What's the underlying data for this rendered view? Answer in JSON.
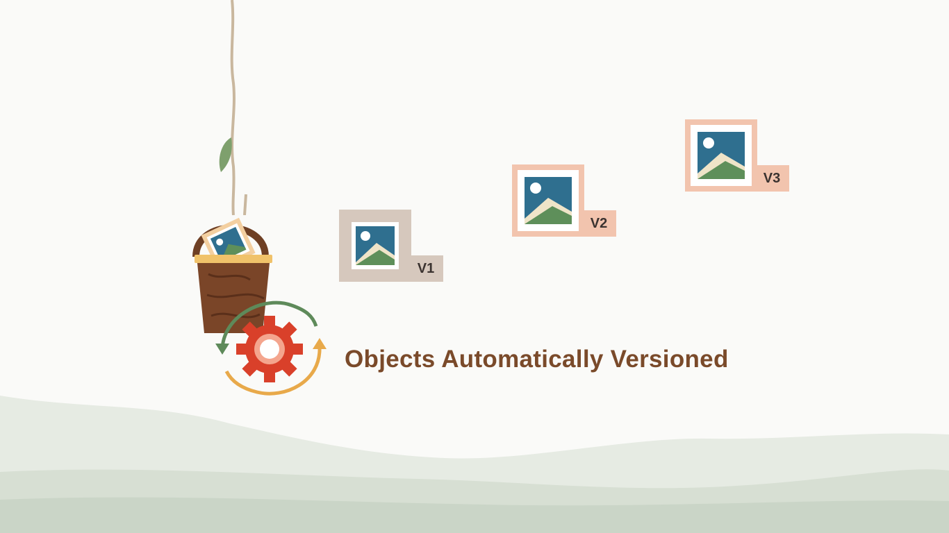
{
  "caption": "Objects Automatically Versioned",
  "versions": [
    {
      "label": "V1"
    },
    {
      "label": "V2"
    },
    {
      "label": "V3"
    }
  ],
  "icons": {
    "bucket": "bucket-icon",
    "gear": "gear-icon",
    "cycle": "sync-arrows-icon",
    "image": "image-icon",
    "rope": "rope-icon",
    "leaf": "leaf-icon"
  },
  "colors": {
    "caption": "#7a4a2a",
    "v1_frame": "#d6c8bd",
    "v2_v3_frame": "#f2c4ae",
    "gear": "#d9402a",
    "arrow_green": "#5e8a5a",
    "arrow_orange": "#e8a94a",
    "sky": "#2f6f8f",
    "hill": "#5e8f5a"
  }
}
